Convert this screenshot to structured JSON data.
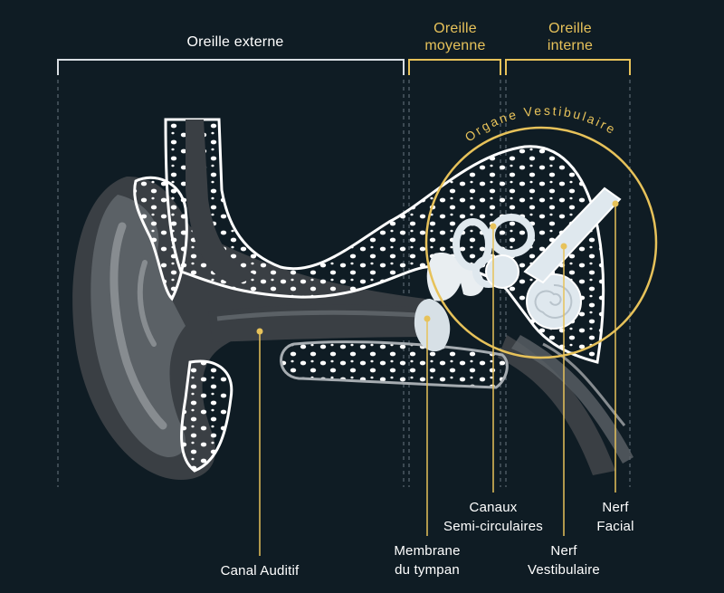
{
  "colors": {
    "background": "#0f1c24",
    "accent": "#e7c25a",
    "outline": "#ffffff",
    "bracket_outer": "#d9dee3",
    "skin_dark": "#3a3f44",
    "skin_mid": "#5b6166",
    "skin_light": "#878c90",
    "bone_fill": "#0f1c24"
  },
  "sections": {
    "outer": "Oreille externe",
    "middle_line1": "Oreille",
    "middle_line2": "moyenne",
    "inner_line1": "Oreille",
    "inner_line2": "interne"
  },
  "vestibular_label": "Organe Vestibulaire",
  "callouts": {
    "canal": "Canal Auditif",
    "membrane_line1": "Membrane",
    "membrane_line2": "du tympan",
    "canaux_line1": "Canaux",
    "canaux_line2": "Semi-circulaires",
    "nerf_vest_line1": "Nerf",
    "nerf_vest_line2": "Vestibulaire",
    "nerf_facial_line1": "Nerf",
    "nerf_facial_line2": "Facial"
  }
}
